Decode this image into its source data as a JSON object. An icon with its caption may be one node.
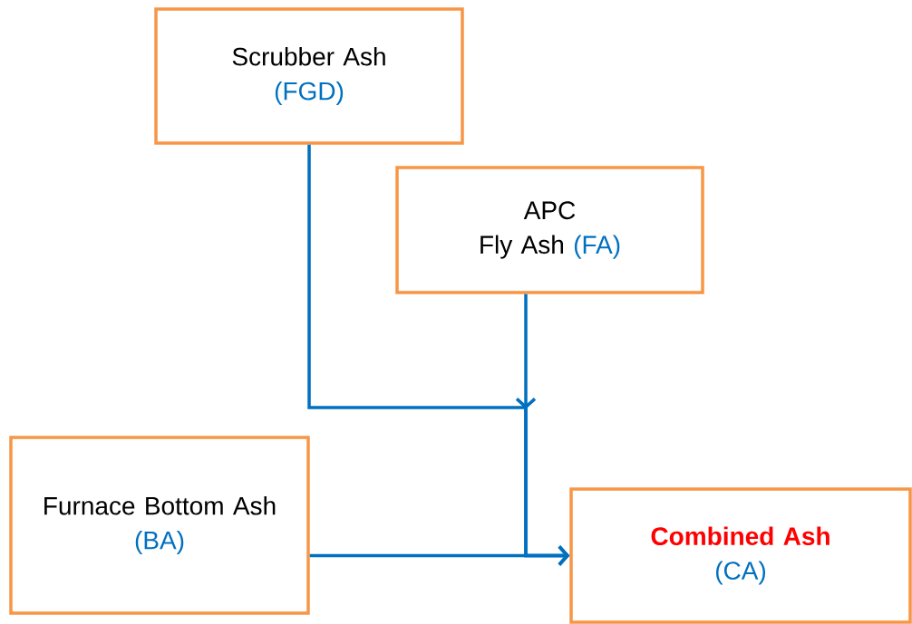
{
  "diagram": {
    "nodes": [
      {
        "text": [
          "Scrubber Ash",
          "(FGD)"
        ]
      },
      {
        "text": [
          "APC",
          "Fly Ash",
          "(FA)"
        ]
      },
      {
        "text": [
          "Furnace Bottom Ash",
          "(BA)"
        ]
      },
      {
        "text": [
          "Combined Ash",
          "(CA)"
        ]
      }
    ],
    "edges": [
      {
        "from": 0,
        "to": 3,
        "arrow": "to"
      },
      {
        "from": 1,
        "to": 3,
        "arrow": "to"
      },
      {
        "from": 2,
        "to": 3,
        "arrow": "to"
      }
    ]
  }
}
